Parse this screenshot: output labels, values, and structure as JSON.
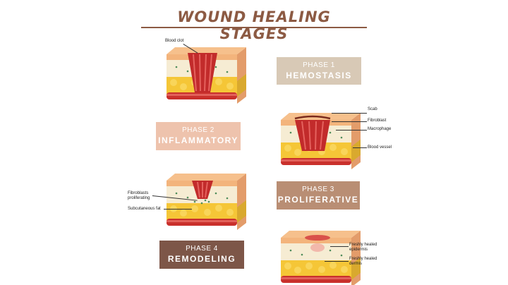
{
  "title": "WOUND HEALING STAGES",
  "phases": [
    {
      "number": "PHASE 1",
      "name": "HEMOSTASIS"
    },
    {
      "number": "PHASE 2",
      "name": "INFLAMMATORY"
    },
    {
      "number": "PHASE 3",
      "name": "PROLIFERATIVE"
    },
    {
      "number": "PHASE 4",
      "name": "REMODELING"
    }
  ],
  "labels": {
    "blood_clot": "Blood clot",
    "scab": "Scab",
    "fibroblast": "Fibroblast",
    "macrophage": "Macrophage",
    "blood_vessel": "Blood vessel",
    "fibroblasts_proliferating_1": "Fibroblasts",
    "fibroblasts_proliferating_2": "proliferating",
    "subcutaneous_fat": "Subcutaneous fat",
    "freshly_healed_epidermis_1": "Freshly healed",
    "freshly_healed_epidermis_2": "epidermis",
    "freshly_healed_dermis_1": "Freshly healed",
    "freshly_healed_dermis_2": "dermis"
  },
  "colors": {
    "title": "#8c5a43",
    "phase1": "#d8c9b6",
    "phase2": "#eec3ad",
    "phase3": "#b98e74",
    "phase4": "#7d5648",
    "skin_surface": "#f3b47c",
    "dermis": "#f6ecd3",
    "fat": "#f5c637",
    "vessel": "#c9302c",
    "wound": "#c22b2b"
  }
}
